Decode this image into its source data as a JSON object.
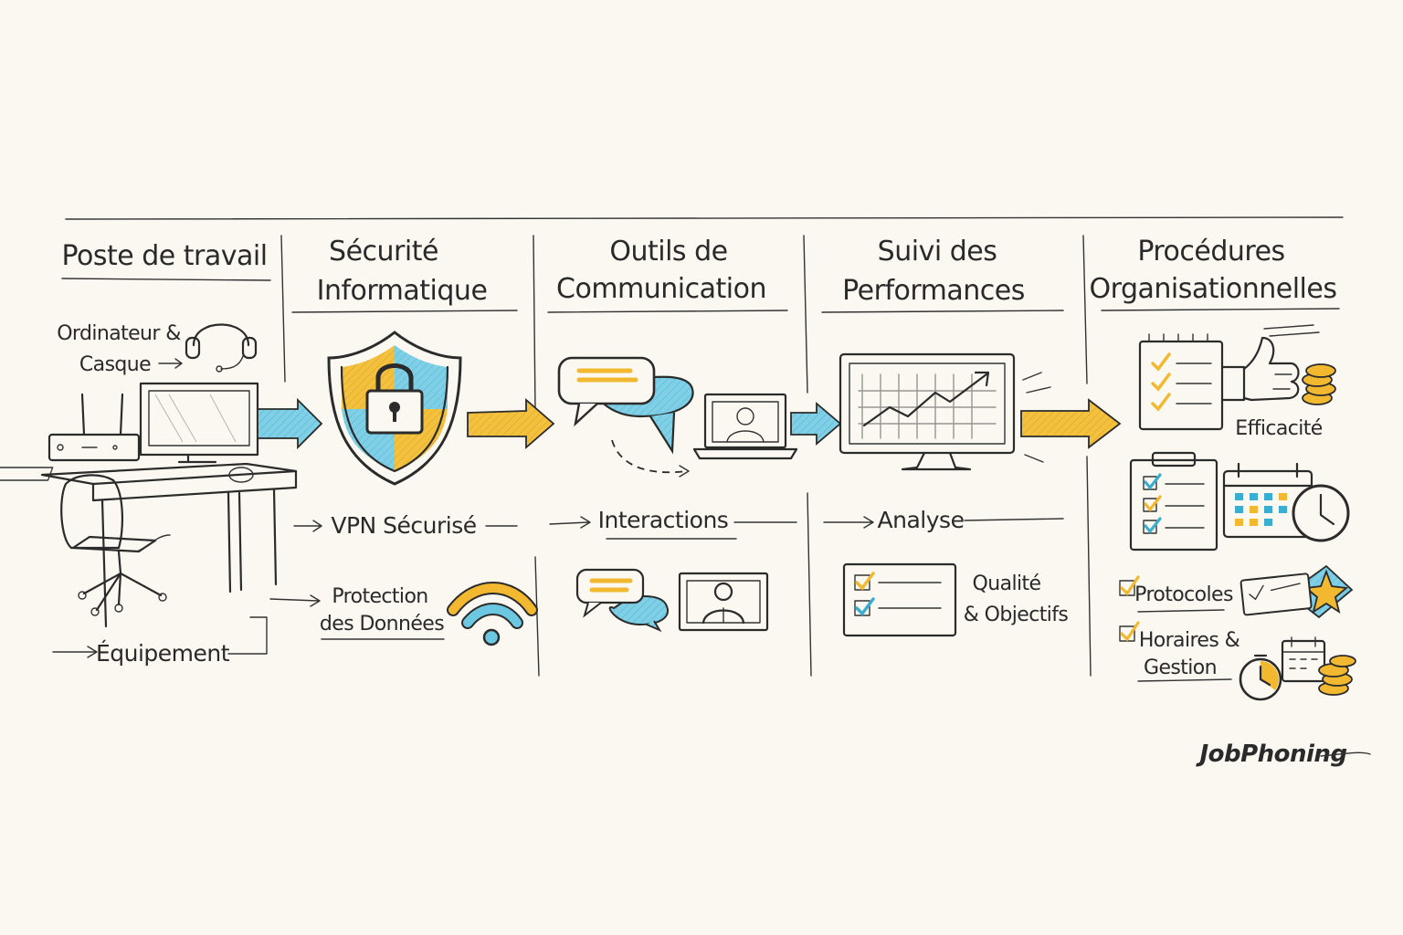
{
  "colors": {
    "background": "#fbf8f1",
    "ink": "#2b2b2b",
    "blue": "#6cc8e0",
    "yellow": "#f2b930"
  },
  "columns": [
    {
      "title_lines": [
        "Poste de travail"
      ],
      "labels": {
        "computer": [
          "Ordinateur &",
          "Casque"
        ],
        "bottom": "Équipement"
      },
      "icons": [
        "headset-icon",
        "router-icon",
        "monitor-icon",
        "desk-icon",
        "office-chair-icon"
      ]
    },
    {
      "title_lines": [
        "Sécurité",
        "Informatique"
      ],
      "labels": {
        "vpn": "VPN Sécurisé",
        "protection": [
          "Protection",
          "des Données"
        ]
      },
      "icons": [
        "shield-lock-icon",
        "wifi-icon"
      ]
    },
    {
      "title_lines": [
        "Outils de",
        "Communication"
      ],
      "labels": {
        "interactions": "Interactions"
      },
      "icons": [
        "chat-bubbles-icon",
        "laptop-video-call-icon",
        "video-call-screen-icon"
      ]
    },
    {
      "title_lines": [
        "Suivi des",
        "Performances"
      ],
      "labels": {
        "analysis": "Analyse",
        "quality": [
          "Qualité",
          "& Objectifs"
        ]
      },
      "icons": [
        "chart-monitor-icon",
        "checklist-card-icon"
      ]
    },
    {
      "title_lines": [
        "Procédures",
        "Organisationnelles"
      ],
      "labels": {
        "efficiency": "Efficacité",
        "protocols": "Protocoles",
        "schedules": [
          "Horaires &",
          "Gestion"
        ]
      },
      "icons": [
        "clipboard-checklist-icon",
        "thumbs-up-icon",
        "coins-icon",
        "calendar-icon",
        "clock-icon",
        "star-icon"
      ]
    }
  ],
  "brand": "JobPhoning"
}
